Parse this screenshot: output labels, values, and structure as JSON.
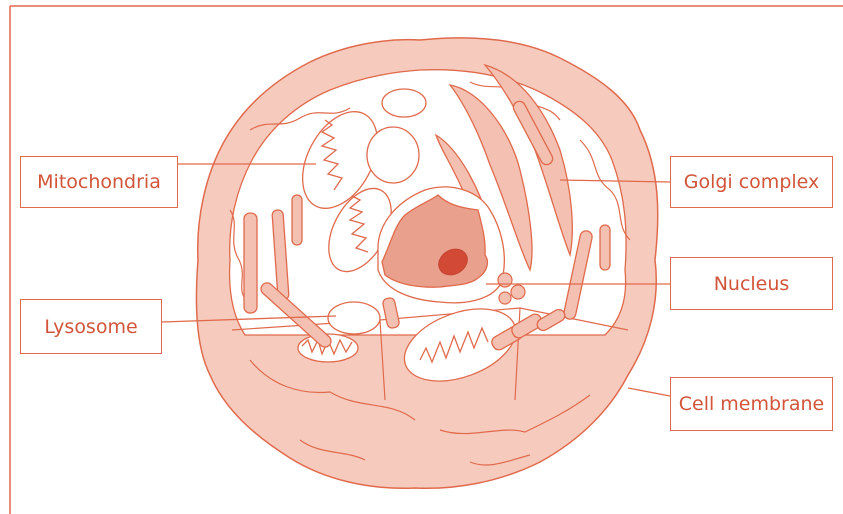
{
  "labels": {
    "mitochondria": "Mitochondria",
    "lysosome": "Lysosome",
    "golgi": "Golgi complex",
    "nucleus": "Nucleus",
    "membrane": "Cell membrane"
  },
  "colors": {
    "frame": "#e26a4b",
    "label_text": "#d2553a",
    "cytoplasm_light": "#f9d9cf",
    "membrane_fill": "#f6cbbd",
    "outline": "#e06a4c",
    "nucleus_fill": "#e9a08c",
    "nucleolus_fill": "#d24a35",
    "organelle_fill": "#f3c0b1"
  }
}
